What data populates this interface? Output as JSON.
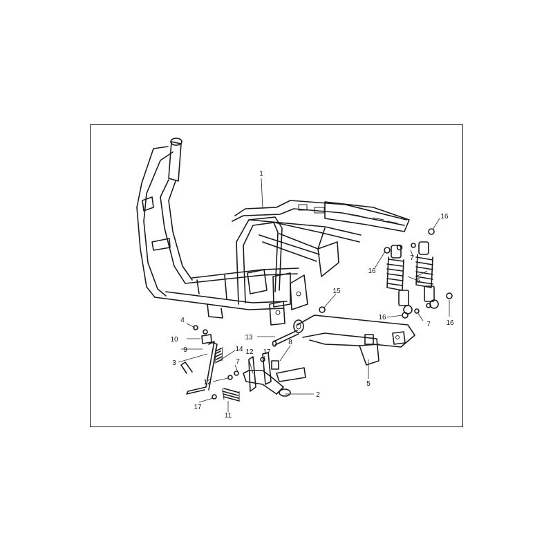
{
  "callouts": [
    {
      "id": "c1",
      "label": "1"
    },
    {
      "id": "c2",
      "label": "2"
    },
    {
      "id": "c3",
      "label": "3"
    },
    {
      "id": "c4",
      "label": "4"
    },
    {
      "id": "c5",
      "label": "5"
    },
    {
      "id": "c6",
      "label": "6"
    },
    {
      "id": "c7a",
      "label": "7"
    },
    {
      "id": "c7b",
      "label": "7"
    },
    {
      "id": "c7c",
      "label": "7"
    },
    {
      "id": "c8",
      "label": "8"
    },
    {
      "id": "c9",
      "label": "9"
    },
    {
      "id": "c10",
      "label": "10"
    },
    {
      "id": "c11",
      "label": "11"
    },
    {
      "id": "c12a",
      "label": "12"
    },
    {
      "id": "c12b",
      "label": "12"
    },
    {
      "id": "c13",
      "label": "13"
    },
    {
      "id": "c14",
      "label": "14"
    },
    {
      "id": "c15",
      "label": "15"
    },
    {
      "id": "c16a",
      "label": "16"
    },
    {
      "id": "c16b",
      "label": "16"
    },
    {
      "id": "c16c",
      "label": "16"
    },
    {
      "id": "c16d",
      "label": "16"
    },
    {
      "id": "c17a",
      "label": "17"
    },
    {
      "id": "c17b",
      "label": "17"
    }
  ]
}
